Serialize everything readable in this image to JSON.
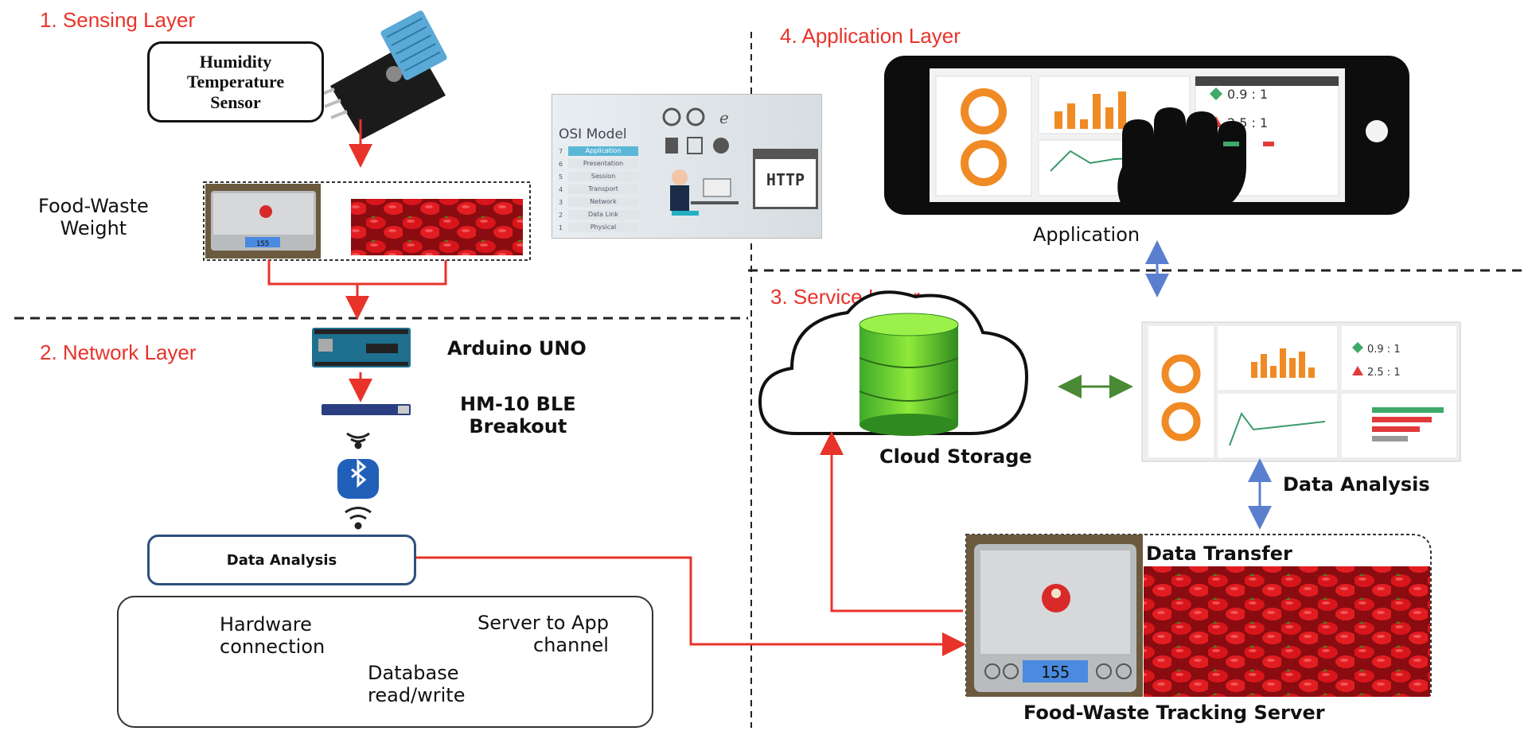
{
  "layers": {
    "sensing": "1. Sensing Layer",
    "network": "2. Network Layer",
    "service": "3. Service Layer",
    "application": "4. Application Layer"
  },
  "sensing": {
    "sensor_box": [
      "Humidity",
      "Temperature",
      "Sensor"
    ],
    "food_waste_weight": [
      "Food-Waste",
      "Weight"
    ],
    "scale_reading": "155"
  },
  "network": {
    "arduino": "Arduino UNO",
    "ble": [
      "HM-10 BLE",
      "Breakout"
    ],
    "data_analysis": "Data Analysis"
  },
  "osi": {
    "title": "OSI Model",
    "layers": [
      {
        "num": "7",
        "name": "Application"
      },
      {
        "num": "6",
        "name": "Presentation"
      },
      {
        "num": "5",
        "name": "Session"
      },
      {
        "num": "4",
        "name": "Transport"
      },
      {
        "num": "3",
        "name": "Network"
      },
      {
        "num": "2",
        "name": "Data Link"
      },
      {
        "num": "1",
        "name": "Physical"
      }
    ],
    "http": "HTTP"
  },
  "legend": {
    "hardware": [
      "Hardware",
      "connection"
    ],
    "server_app": [
      "Server to App",
      "channel"
    ],
    "database": [
      "Database",
      "read/write"
    ]
  },
  "application": {
    "label": "Application",
    "dashboard_values": [
      "0.9 : 1",
      "2.5 : 1"
    ]
  },
  "service": {
    "cloud_storage": "Cloud Storage",
    "data_analysis": "Data Analysis",
    "data_transfer": "Data Transfer",
    "server": "Food-Waste Tracking Server",
    "dashboard_values": [
      "0.9 : 1",
      "2.5 : 1"
    ],
    "scale_reading": "155"
  },
  "colors": {
    "hardware": "#e8332a",
    "server_app": "#5b7fcf",
    "database": "#4a8a35",
    "title": "#e8332a"
  }
}
